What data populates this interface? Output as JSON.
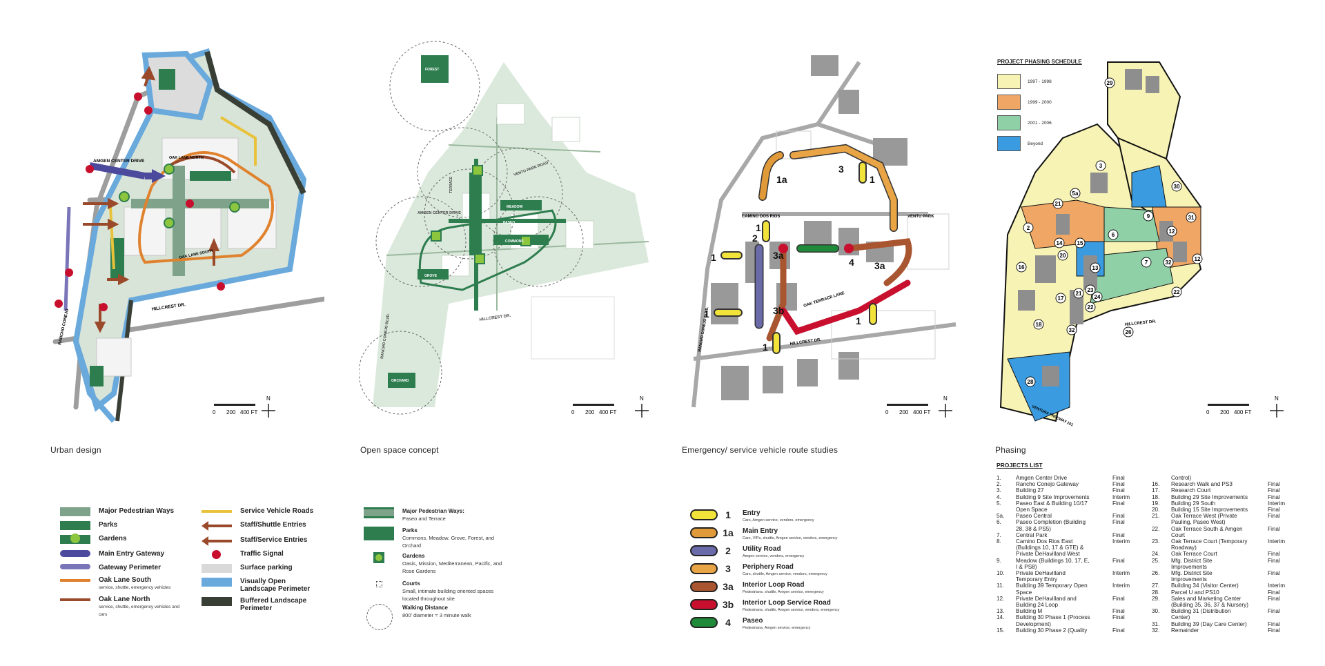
{
  "captions": {
    "urban": "Urban design",
    "open": "Open space concept",
    "emergency": "Emergency/ service vehicle route studies",
    "phasing": "Phasing"
  },
  "map_labels": {
    "amgen_center_drive": "AMGEN CENTER DRIVE",
    "oak_lane_north": "OAK LANE NORTH",
    "oak_lane_south": "OAK LANE SOUTH",
    "hillcrest_dr": "HILLCREST DR.",
    "rancho_conejo": "RANCHO CONEJO",
    "rancho_conejo_blvd": "RANCHO CONEJO BLVD.",
    "ventu_park_road": "VENTU PARK ROAD",
    "camino_dos_rios": "CAMINO DOS RIOS",
    "ventu_park": "VENTU PARK",
    "oak_terrace_lane": "OAK TERRACE LANE",
    "ventura_freeway": "VENTURA FREEWAY 101",
    "forest": "FOREST",
    "meadow": "MEADOW",
    "paseo": "PASEO",
    "commons": "COMMONS",
    "grove": "GROVE",
    "orchard": "ORCHARD",
    "terrace": "TERRACE"
  },
  "scale": {
    "z": "0",
    "a": "200",
    "b": "400 FT",
    "north": "N"
  },
  "urban_legend": [
    {
      "title": "Major Pedestrian Ways",
      "desc": "",
      "color": "#7fa38a",
      "style": "box"
    },
    {
      "title": "Parks",
      "desc": "",
      "color": "#2e7d4f",
      "style": "box"
    },
    {
      "title": "Gardens",
      "desc": "",
      "color": "#8cc63f",
      "style": "garden"
    },
    {
      "title": "Main Entry Gateway",
      "desc": "",
      "color": "#4c4a9c",
      "style": "bar"
    },
    {
      "title": "Gateway Perimeter",
      "desc": "",
      "color": "#7a74b8",
      "style": "bar"
    },
    {
      "title": "Oak Lane South",
      "desc": "service, shuttle, emergency vehicles",
      "color": "#e0822d",
      "style": "line"
    },
    {
      "title": "Oak Lane North",
      "desc": "service, shuttle, emergency vehicles and cars",
      "color": "#9a4a2a",
      "style": "line"
    },
    {
      "title": "Service Vehicle Roads",
      "desc": "",
      "color": "#e8c23a",
      "style": "line"
    },
    {
      "title": "Staff/Shuttle Entries",
      "desc": "",
      "color": "#9a4a2a",
      "style": "arrow"
    },
    {
      "title": "Staff/Service Entries",
      "desc": "",
      "color": "#9a4a2a",
      "style": "arrow"
    },
    {
      "title": "Traffic Signal",
      "desc": "",
      "color": "#c8102e",
      "style": "dot"
    },
    {
      "title": "Surface parking",
      "desc": "",
      "color": "#d9d9d9",
      "style": "box"
    },
    {
      "title": "Visually Open Landscape Perimeter",
      "desc": "",
      "color": "#6aa9dc",
      "style": "box"
    },
    {
      "title": "Buffered Landscape Perimeter",
      "desc": "",
      "color": "#3a3f35",
      "style": "box"
    }
  ],
  "open_legend": [
    {
      "title": "Major Pedestrian Ways:",
      "desc": "Paseo and Terrace",
      "style": "ped"
    },
    {
      "title": "Parks",
      "desc": "Commons, Meadow, Grove, Forest, and Orchard",
      "style": "park"
    },
    {
      "title": "Gardens",
      "desc": "Oasis, Mission, Mediterranean, Pacific, and Rose Gardens",
      "style": "garden"
    },
    {
      "title": "Courts",
      "desc": "Small, intimate building oriented spaces located throughout site",
      "style": "court"
    },
    {
      "title": "Walking Distance",
      "desc": "800' diameter = 3 minute walk",
      "style": "circle"
    }
  ],
  "route_legend": [
    {
      "num": "1",
      "title": "Entry",
      "desc": "Cars, Amgen service, vendors, emergency",
      "color": "#f2e33b"
    },
    {
      "num": "1a",
      "title": "Main Entry",
      "desc": "Cars, VIPs, shuttle, Amgen service, vendors, emergency",
      "color": "#e09a3a"
    },
    {
      "num": "2",
      "title": "Utility Road",
      "desc": "Amgen service, vendors, emergency",
      "color": "#6a6aa8"
    },
    {
      "num": "3",
      "title": "Periphery Road",
      "desc": "Cars, shuttle, Amgen service, vendors, emergency",
      "color": "#e8a445"
    },
    {
      "num": "3a",
      "title": "Interior Loop Road",
      "desc": "Pedestrians, shuttle, Amgen service, emergency",
      "color": "#a9552f"
    },
    {
      "num": "3b",
      "title": "Interior Loop Service Road",
      "desc": "Pedestrians, shuttle, Amgen service, vendors, emergency",
      "color": "#c8102e"
    },
    {
      "num": "4",
      "title": "Paseo",
      "desc": "Pedestrians, Amgen service, emergency",
      "color": "#1f8a3a"
    }
  ],
  "route_numbers": [
    "1",
    "1a",
    "3",
    "1",
    "2",
    "3a",
    "1",
    "1",
    "4",
    "3a",
    "3b",
    "1",
    "1"
  ],
  "phasing_schedule": {
    "title": "PROJECT PHASING SCHEDULE",
    "items": [
      {
        "label": "1997 - 1998",
        "color": "#f7f3b4"
      },
      {
        "label": "1999 - 2000",
        "color": "#f0a765"
      },
      {
        "label": "2001 - 2006",
        "color": "#8fd0a6"
      },
      {
        "label": "Beyond",
        "color": "#3b9be0"
      }
    ]
  },
  "phase_numbers": [
    "29",
    "3",
    "30",
    "5a",
    "2",
    "21",
    "9",
    "31",
    "12",
    "14",
    "15",
    "6",
    "16",
    "20",
    "13",
    "7",
    "32",
    "12",
    "17",
    "21",
    "24",
    "22",
    "22",
    "18",
    "23",
    "32",
    "26",
    "28"
  ],
  "projects": {
    "title": "PROJECTS LIST",
    "left": [
      {
        "n": "1.",
        "name": "Amgen Center Drive",
        "s": "Final"
      },
      {
        "n": "2.",
        "name": "Rancho Conejo Gateway",
        "s": "Final"
      },
      {
        "n": "3.",
        "name": "Building 27",
        "s": "Final"
      },
      {
        "n": "4.",
        "name": "Building 9 Site Improvements",
        "s": "Interim"
      },
      {
        "n": "5.",
        "name": "Paseo East & Building 10/17",
        "s": "Final"
      },
      {
        "n": "",
        "name": "Open Space",
        "s": ""
      },
      {
        "n": "5a.",
        "name": "Paseo Central",
        "s": "Final"
      },
      {
        "n": "6.",
        "name": "Paseo Completion (Building",
        "s": "Final"
      },
      {
        "n": "",
        "name": "28, 38 & PS5)",
        "s": ""
      },
      {
        "n": "7.",
        "name": "Central Park",
        "s": "Final"
      },
      {
        "n": "8.",
        "name": "Camino Dos Rios East",
        "s": "Interim"
      },
      {
        "n": "",
        "name": "(Buildings 10, 17 & GTE) &",
        "s": ""
      },
      {
        "n": "",
        "name": "Private DeHavilland West",
        "s": ""
      },
      {
        "n": "9.",
        "name": "Meadow (Buildings 10, 17, E,",
        "s": "Final"
      },
      {
        "n": "",
        "name": "I & PS8)",
        "s": ""
      },
      {
        "n": "10.",
        "name": "Private DeHavilland",
        "s": "Interim"
      },
      {
        "n": "",
        "name": "Temporary Entry",
        "s": ""
      },
      {
        "n": "11.",
        "name": "Building 39 Temporary Open",
        "s": "Interim"
      },
      {
        "n": "",
        "name": "Space",
        "s": ""
      },
      {
        "n": "12.",
        "name": "Private DeHavilland and",
        "s": "Final"
      },
      {
        "n": "",
        "name": "Building 24 Loop",
        "s": ""
      },
      {
        "n": "13.",
        "name": "Building M",
        "s": "Final"
      },
      {
        "n": "14.",
        "name": "Building 30 Phase 1 (Process",
        "s": "Final"
      },
      {
        "n": "",
        "name": "Development)",
        "s": ""
      },
      {
        "n": "15.",
        "name": "Building 30 Phase 2 (Quality",
        "s": "Final"
      }
    ],
    "right": [
      {
        "n": "",
        "name": "Control)",
        "s": ""
      },
      {
        "n": "16.",
        "name": "Research Walk and PS3",
        "s": "Final"
      },
      {
        "n": "17.",
        "name": "Research Court",
        "s": "Final"
      },
      {
        "n": "18.",
        "name": "Building 29 Site Improvements",
        "s": "Final"
      },
      {
        "n": "19.",
        "name": "Building 29 South",
        "s": "Interim"
      },
      {
        "n": "20.",
        "name": "Building 15 Site Improvements",
        "s": "Final"
      },
      {
        "n": "21.",
        "name": "Oak Terrace West (Private",
        "s": "Final"
      },
      {
        "n": "",
        "name": "Pauling, Paseo West)",
        "s": ""
      },
      {
        "n": "22.",
        "name": "Oak Terrace South & Amgen",
        "s": "Final"
      },
      {
        "n": "",
        "name": "Court",
        "s": ""
      },
      {
        "n": "23.",
        "name": "Oak Terrace Court (Temporary",
        "s": "Interim"
      },
      {
        "n": "",
        "name": "Roadway)",
        "s": ""
      },
      {
        "n": "24.",
        "name": "Oak Terrace Court",
        "s": "Final"
      },
      {
        "n": "25.",
        "name": "Mfg. District Site",
        "s": "Final"
      },
      {
        "n": "",
        "name": "Improvements",
        "s": ""
      },
      {
        "n": "26.",
        "name": "Mfg. District Site",
        "s": "Final"
      },
      {
        "n": "",
        "name": "Improvements",
        "s": ""
      },
      {
        "n": "27.",
        "name": "Building 34 (Visitor Center)",
        "s": "Interim"
      },
      {
        "n": "28.",
        "name": "Parcel U and PS10",
        "s": "Final"
      },
      {
        "n": "29.",
        "name": "Sales and Marketing Center",
        "s": "Final"
      },
      {
        "n": "",
        "name": "(Building 35, 36, 37 & Nursery)",
        "s": ""
      },
      {
        "n": "30.",
        "name": "Building 31 (Distribution",
        "s": "Final"
      },
      {
        "n": "",
        "name": "Center)",
        "s": ""
      },
      {
        "n": "31.",
        "name": "Building 39 (Day Care Center)",
        "s": "Final"
      },
      {
        "n": "32.",
        "name": "Remainder",
        "s": "Final"
      }
    ]
  }
}
